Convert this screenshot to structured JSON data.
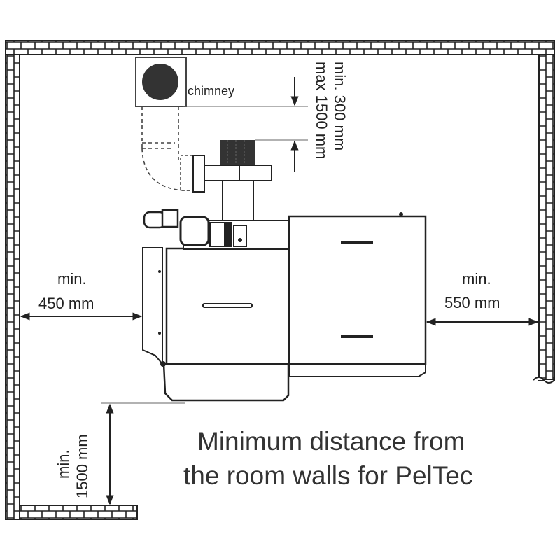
{
  "diagram": {
    "chimney_label": "chimney",
    "chimney_clearance": {
      "line1": "min. 300 mm",
      "line2": "max 1500 mm"
    },
    "left_clearance": {
      "line1": "min.",
      "line2": "450 mm"
    },
    "right_clearance": {
      "line1": "min.",
      "line2": "550 mm"
    },
    "front_clearance": {
      "line1": "min.",
      "line2": "1500 mm"
    },
    "title": {
      "line1": "Minimum distance from",
      "line2": "the room walls for PelTec"
    }
  }
}
